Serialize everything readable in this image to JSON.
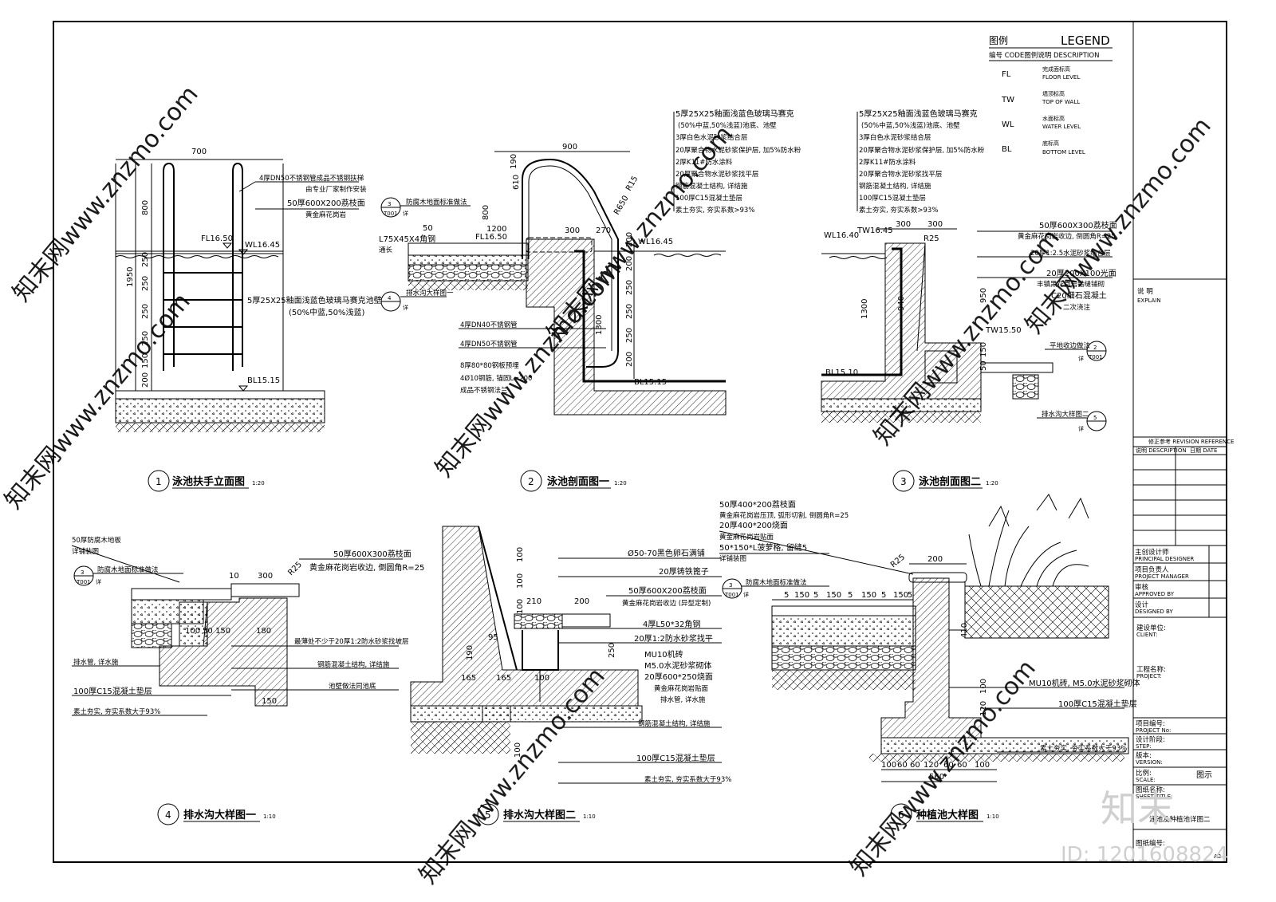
{
  "legend": {
    "title_cn": "图例",
    "title_en": "LEGEND",
    "header": "编号 CODE图例说明 DESCRIPTION",
    "items": [
      {
        "code": "FL",
        "cn": "完成面标高",
        "en": "FLOOR LEVEL"
      },
      {
        "code": "TW",
        "cn": "墙顶标高",
        "en": "TOP OF WALL"
      },
      {
        "code": "WL",
        "cn": "水面标高",
        "en": "WATER LEVEL"
      },
      {
        "code": "BL",
        "cn": "底标高",
        "en": "BOTTOM LEVEL"
      }
    ]
  },
  "title_block": {
    "explain_cn": "说 明",
    "explain_en": "EXPLAIN",
    "revision_title": "修正参考 REVISION REFERENCE",
    "revision_desc": "说明 DESCRIPTION",
    "revision_date": "日期 DATE",
    "principal_cn": "主创设计师",
    "principal_en": "PRINCIPAL DESIGNER",
    "manager_cn": "项目负责人",
    "manager_en": "PROJECT MANAGER",
    "approved_cn": "审核",
    "approved_en": "APPROVED BY",
    "designed_cn": "设计",
    "designed_en": "DESIGNED BY",
    "client_cn": "建设单位:",
    "client_en": "CLIENT:",
    "project_cn": "工程名称:",
    "project_en": "PROJECT:",
    "projno_cn": "项目编号:",
    "projno_en": "PROJECT No:",
    "step_cn": "设计阶段:",
    "step_en": "STEP:",
    "version_cn": "版本:",
    "version_en": "VERSION:",
    "scale_cn": "比例:",
    "scale_en": "SCALE:",
    "scale_value": "图示",
    "sheet_title_cn": "图纸名称:",
    "sheet_title_en": "SHEET TITLE:",
    "sheet_title_value": "泳池及种植池详图二",
    "sheet_no_cn": "图纸编号:",
    "paper": "A2"
  },
  "watermark": {
    "site": "知末网www.znzmo.com",
    "brand": "知末",
    "id": "ID: 1201608824"
  },
  "details": [
    {
      "no": "1",
      "title": "泳池扶手立面图",
      "scale": "1:20"
    },
    {
      "no": "2",
      "title": "泳池剖面图一",
      "scale": "1:20"
    },
    {
      "no": "3",
      "title": "泳池剖面图二",
      "scale": "1:20"
    },
    {
      "no": "4",
      "title": "排水沟大样图一",
      "scale": "1:10"
    },
    {
      "no": "5",
      "title": "排水沟大样图二",
      "scale": "1:10"
    },
    {
      "no": "6",
      "title": "种植池大样图",
      "scale": "1:10"
    }
  ],
  "d1": {
    "dim_width": "700",
    "dims_v": [
      "800",
      "250",
      "250",
      "250",
      "250",
      "150",
      "200"
    ],
    "dim_total": "1950",
    "note1a": "4厚DN50不锈钢管成品不锈钢扶梯",
    "note1b": "由专业厂家制作安装",
    "note2a": "50厚600X200荔枝面",
    "note2b": "黄金麻花岗岩",
    "note3a": "5厚25X25釉面浅蓝色玻璃马赛克池壁",
    "note3b": "(50%中蓝,50%浅蓝)",
    "fl": "FL16.50",
    "wl": "WL16.45",
    "bl": "BL15.15"
  },
  "spec_list": [
    "5厚25X25釉面浅蓝色玻璃马赛克",
    "(50%中蓝,50%浅蓝)池底、池壁",
    "3厚白色水泥砂浆结合层",
    "20厚聚合物水泥砂浆保护层, 加5%防水粉",
    "2厚K11#防水涂料",
    "20厚聚合物水泥砂浆找平层",
    "钢筋混凝土结构, 详结施",
    "100厚C15混凝土垫层",
    "素土夯实, 夯实系数>93%"
  ],
  "d2": {
    "dims_top": [
      "900",
      "1200",
      "50",
      "300",
      "270"
    ],
    "dims_v": [
      "190",
      "610",
      "800",
      "200",
      "200",
      "250",
      "250",
      "250",
      "200",
      "1300"
    ],
    "r": "R650",
    "r2": "R15",
    "angle": "L75X45X4角钢",
    "angle_b": "通长",
    "ref1": "防腐木地面标准做法",
    "ref1_no": "3",
    "ref1_sheet": "T001",
    "ref1_b": "详",
    "ref2": "排水沟大样图一",
    "ref2_no": "4",
    "ref2_b": "详",
    "pipe40": "4厚DN40不锈钢管",
    "pipe50": "4厚DN50不锈钢管",
    "plate": "8厚80*80钢板预埋",
    "bolt": "4Ø10钢筋, 锚固L=200",
    "bolt_b": "成品不锈钢法兰",
    "fl": "FL16.50",
    "wl": "WL16.45",
    "bl": "BL15.15"
  },
  "d3": {
    "dims_top": [
      "300",
      "300"
    ],
    "r": "R25",
    "dims_v": [
      "1300",
      "940",
      "950",
      "150",
      "50"
    ],
    "note1a": "50厚600X300荔枝面",
    "note1b": "黄金麻花岗岩收边, 倒圆角R=25",
    "note2": "20厚1:2.5水泥砂浆结合层",
    "note3a": "20厚200X100光面",
    "note3b": "丰镇黑花岗岩错缝铺砌",
    "note4a": "C20细石混凝土",
    "note4b": "二次浇注",
    "ref1": "平地收边做法",
    "ref1_no": "2",
    "ref1_sheet": "T001",
    "ref1_b": "详",
    "ref2": "排水沟大样图二",
    "ref2_no": "5",
    "ref2_b": "详",
    "wl": "WL16.40",
    "tw": "TW16.45",
    "tw2": "TW15.50",
    "bl": "BL15.10"
  },
  "d4": {
    "note1a": "50厚防腐木地板",
    "note1b": "详铺装图",
    "ref": "防腐木地面标准做法",
    "ref_no": "3",
    "ref_sheet": "T001",
    "ref_b": "详",
    "dims_top": [
      "10",
      "300"
    ],
    "r": "R25",
    "stone_a": "50厚600X300荔枝面",
    "stone_b": "黄金麻花岗岩收边, 倒圆角R=25",
    "dims_mid": [
      "100",
      "50",
      "150",
      "180"
    ],
    "mortar": "最薄处不少于20厚1:2防水砂浆找坡层",
    "drain": "排水管, 详水施",
    "rc": "钢筋混凝土结构, 详结施",
    "wall": "池壁做法同池底",
    "bed": "100厚C15混凝土垫层",
    "soil": "素土夯实, 夯实系数大于93%",
    "dim150": "150"
  },
  "d5": {
    "pebble": "Ø50-70黑色卵石满铺",
    "grate": "20厚铸铁篦子",
    "stone_a": "50厚600X200荔枝面",
    "stone_b": "黄金麻花岗岩收边 (异型定制)",
    "angle": "4厚L50*32角钢",
    "mortar": "20厚1:2防水砂浆找平",
    "brick_a": "MU10机砖",
    "brick_b": "M5.0水泥砂浆砌体",
    "paver_a": "20厚600*250烧面",
    "paver_b": "黄金麻花岗岩贴面",
    "paver_c": "排水管, 详水施",
    "rc": "钢筋混凝土结构, 详结施",
    "bed": "100厚C15混凝土垫层",
    "soil": "素土夯实, 夯实系数大于93%",
    "dims_top": [
      "210",
      "200"
    ],
    "dims_v": [
      "100",
      "100",
      "100",
      "95",
      "190",
      "250"
    ],
    "dims_bot": [
      "165",
      "165",
      "100"
    ],
    "dim100": "100"
  },
  "d6": {
    "cap_a": "50厚400*200荔枝面",
    "cap_b": "黄金麻花岗岩压顶, 弧形切割, 倒圆角R=25",
    "face_a": "20厚400*200烧面",
    "face_b": "黄金麻花岗岩贴面",
    "edge_a": "50*150*L菠萝格, 留缝5",
    "edge_b": "详铺装图",
    "ref": "防腐木地面标准做法",
    "ref_no": "3",
    "ref_sheet": "T001",
    "ref_b": "详",
    "dims_top": [
      "5",
      "150",
      "5",
      "150",
      "5",
      "150",
      "5",
      "150",
      "5"
    ],
    "r": "R25",
    "dim200": "200",
    "dims_v": [
      "100",
      "120",
      "410"
    ],
    "brick": "MU10机砖, M5.0水泥砂浆砌体",
    "bed": "100厚C15混凝土垫层",
    "soil": "素土夯实, 夯实系数大于93%",
    "dims_bot": [
      "100",
      "60",
      "60",
      "120",
      "60",
      "60",
      "100"
    ],
    "dim_total": "560"
  }
}
